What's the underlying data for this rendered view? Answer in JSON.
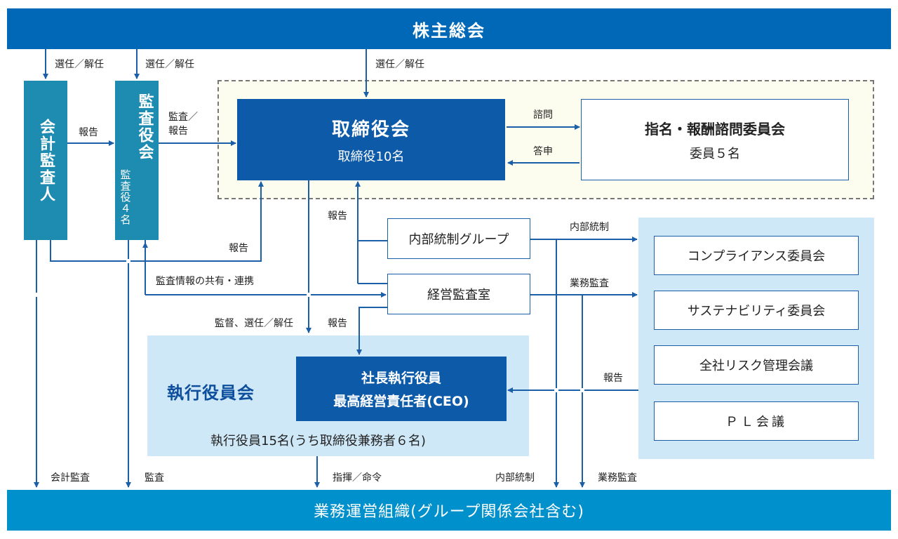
{
  "top_bar": {
    "label": "株主総会",
    "color": "#0068b7"
  },
  "bottom_bar": {
    "label": "業務運営組織(グループ関係会社含む)",
    "color": "#0090cc"
  },
  "auditor": {
    "label": "会計監査人",
    "color": "#1e8bb0"
  },
  "audit_board": {
    "label": "監査役会",
    "sub": "監査役４名",
    "color": "#1e8bb0"
  },
  "board": {
    "title": "取締役会",
    "sub": "取締役10名",
    "color": "#0d5aa8"
  },
  "nomination": {
    "title": "指名・報酬諮問委員会",
    "sub": "委員５名"
  },
  "internal_control_group": {
    "label": "内部統制グループ"
  },
  "audit_office": {
    "label": "経営監査室"
  },
  "exec_committee": {
    "title": "執行役員会",
    "members": "執行役員15名(うち取締役兼務者６名)"
  },
  "ceo": {
    "line1": "社長執行役員",
    "line2": "最高経営責任者(CEO)",
    "color": "#0d5aa8"
  },
  "committees": [
    {
      "label": "コンプライアンス委員会"
    },
    {
      "label": "サステナビリティ委員会"
    },
    {
      "label": "全社リスク管理会議"
    },
    {
      "label": "ＰＬ会議"
    }
  ],
  "labels": {
    "elect1": "選任／解任",
    "elect2": "選任／解任",
    "elect3": "選任／解任",
    "report_auditor": "報告",
    "audit_report_1": "監査／",
    "audit_report_2": "報告",
    "inquiry": "諮問",
    "reply": "答申",
    "report_board": "報告",
    "report_audit": "報告",
    "info_share": "監査情報の共有・連携",
    "supervise": "監督、選任／解任",
    "report_ceo": "報告",
    "internal_control": "内部統制",
    "business_audit": "業務監査",
    "report_committees": "報告",
    "accounting_audit": "会計監査",
    "audit": "監査",
    "command": "指揮／命令",
    "internal_control_bottom": "内部統制",
    "business_audit_bottom": "業務監査"
  },
  "colors": {
    "line": "#1a5fa8",
    "light_panel": "#cfe8f8",
    "board_panel_bg": "#fdfdef",
    "board_panel_border": "#777777"
  }
}
